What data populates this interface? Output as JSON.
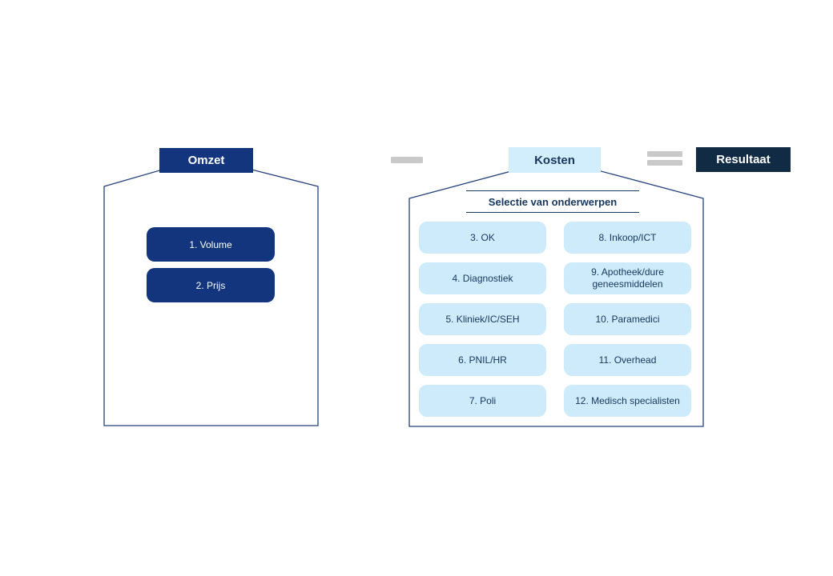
{
  "palette": {
    "dark_blue": "#12357D",
    "light_blue_tile": "#CDEBFA",
    "light_blue_header": "#D2EDFB",
    "navy_text": "#17375E",
    "result_dark_navy": "#122B44",
    "house_outline": "#24427B",
    "operator_gray": "#C9C9C9"
  },
  "revenue_house": {
    "title": "Omzet",
    "items": [
      "1. Volume",
      "2. Prijs"
    ]
  },
  "operators": {
    "minus": "minus-icon",
    "equals": "equals-icon"
  },
  "cost_house": {
    "title": "Kosten",
    "subtitle": "Selectie van onderwerpen",
    "left_items": [
      "3. OK",
      "4. Diagnostiek",
      "5. Kliniek/IC/SEH",
      "6. PNIL/HR",
      "7. Poli"
    ],
    "right_items": [
      "8. Inkoop/ICT",
      "9. Apotheek/dure geneesmiddelen",
      "10. Paramedici",
      "11. Overhead",
      "12. Medisch specialisten"
    ]
  },
  "result": {
    "title": "Resultaat"
  }
}
